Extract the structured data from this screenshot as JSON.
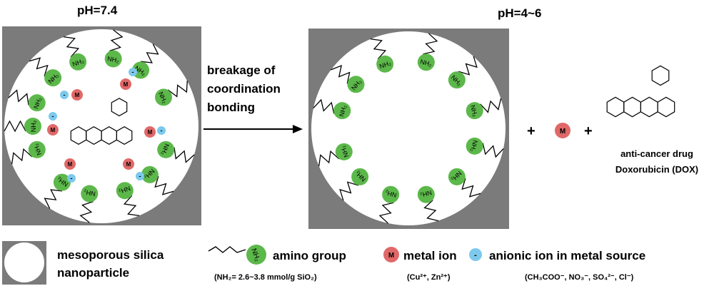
{
  "colors": {
    "particle_bg": "#7b7b7b",
    "amino": "#5cb84a",
    "metal": "#e06868",
    "anion": "#7cc9ec"
  },
  "left_panel": {
    "ph_label": "pH=7.4"
  },
  "right_panel": {
    "ph_label": "pH=4~6"
  },
  "arrow": {
    "label_lines": [
      "breakage of",
      "coordination",
      "bonding"
    ]
  },
  "products": {
    "plus": "+",
    "metal_symbol": "M",
    "drug_lines": [
      "anti-cancer drug",
      "Doxorubicin (DOX)"
    ]
  },
  "group_labels": {
    "amino": "NH₂",
    "metal": "M",
    "anion": "-"
  },
  "legend": {
    "silica": {
      "lines": [
        "mesoporous silica",
        "nanoparticle"
      ]
    },
    "amino": {
      "label": "amino group",
      "note": "(NH₂= 2.6~3.8 mmol/g SiO₂)"
    },
    "metal": {
      "label": "metal ion",
      "note": "(Cu²⁺,   Zn²⁺)"
    },
    "anion": {
      "label": "anionic ion in metal source",
      "note": "(CH₃COO⁻,  NO₃⁻,  SO₄²⁻,  Cl⁻)"
    }
  }
}
